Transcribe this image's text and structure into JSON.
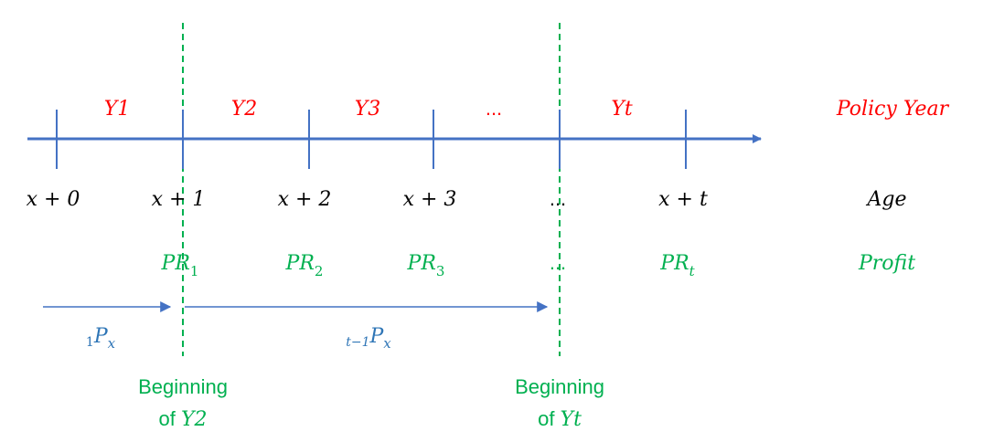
{
  "colors": {
    "axis": "#4472C4",
    "red": "#FF0000",
    "green": "#00B050",
    "black": "#000000",
    "blue": "#2E75B6"
  },
  "policy_years": [
    "Y1",
    "Y2",
    "Y3",
    "...",
    "Yt"
  ],
  "policy_year_label": "Policy Year",
  "ages": [
    "x + 0",
    "x + 1",
    "x + 2",
    "x + 3",
    "...",
    "x + t"
  ],
  "age_label": "Age",
  "profits": [
    {
      "base": "PR",
      "sub": "1"
    },
    {
      "base": "PR",
      "sub": "2"
    },
    {
      "base": "PR",
      "sub": "3"
    },
    {
      "base": "...",
      "sub": ""
    },
    {
      "base": "PR",
      "sub": "t"
    }
  ],
  "profit_label": "Profit",
  "survival": [
    {
      "pre": "1",
      "base": "P",
      "sub": "x"
    },
    {
      "pre": "t−1",
      "base": "P",
      "sub": "x"
    }
  ],
  "markers": [
    {
      "line1": "Beginning",
      "line2_prefix": "of ",
      "line2_var": "Y2"
    },
    {
      "line1": "Beginning",
      "line2_prefix": "of ",
      "line2_var": "Yt"
    }
  ]
}
